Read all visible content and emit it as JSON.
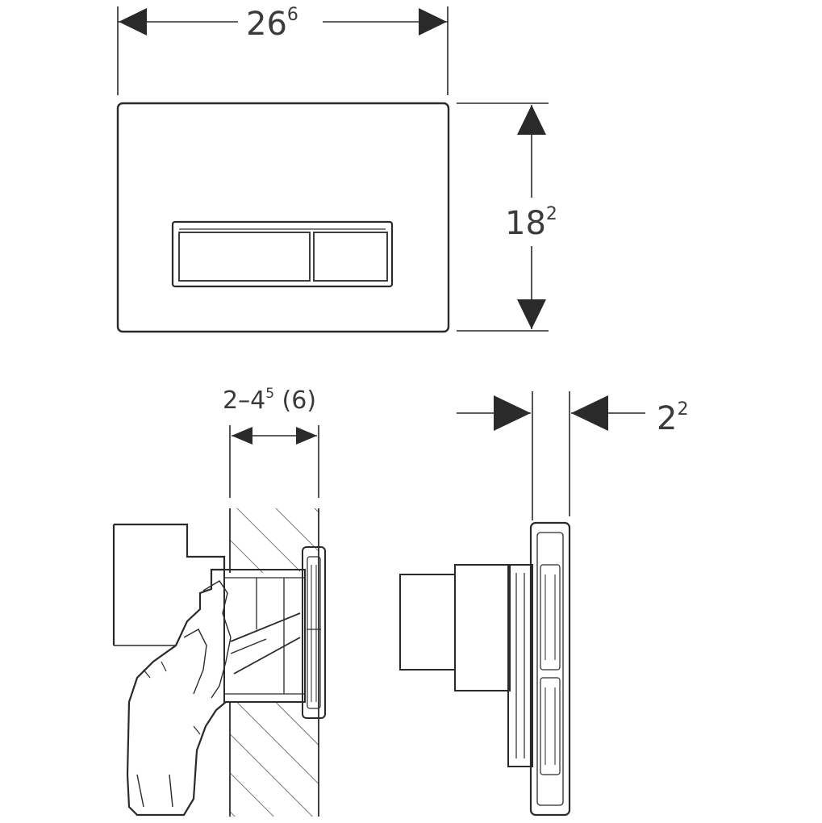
{
  "dimensions": {
    "width": {
      "base": "26",
      "sup": "6"
    },
    "height": {
      "base": "18",
      "sup": "2"
    },
    "wall_thickness": {
      "base": "2–4",
      "sup": "5",
      "suffix": " (6)"
    },
    "plate_depth": {
      "base": "2",
      "sup": "2"
    }
  },
  "colors": {
    "line": "#2a2a2a",
    "text": "#3a3a3a",
    "background": "#ffffff"
  }
}
